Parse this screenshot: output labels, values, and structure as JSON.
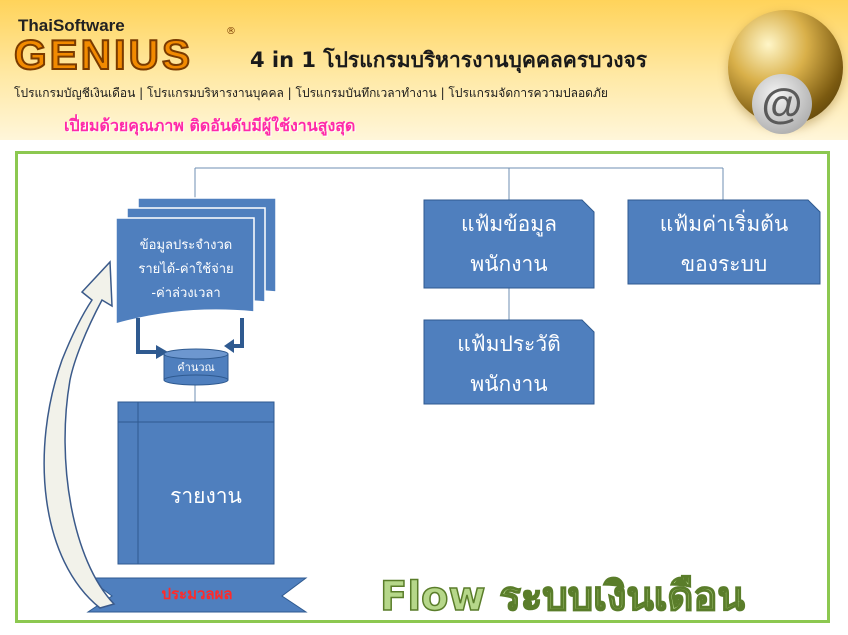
{
  "header": {
    "brand_small": "ThaiSoftware",
    "brand_big": "GENIUS",
    "registered_mark": "®",
    "tagline": "4 in 1 โปรแกรมบริหารงานบุคคลครบวงจร",
    "submenu": "โปรแกรมบัญชีเงินเดือน | โปรแกรมบริหารงานบุคคล | โปรแกรมบันทึกเวลาทำงาน | โปรแกรมจัดการความปลอดภัย",
    "slogan": "เปี่ยมด้วยคุณภาพ ติดอันดับมีผู้ใช้งานสูงสุด",
    "at_symbol": "@"
  },
  "diagram": {
    "period_data": [
      "ข้อมูลประจำงวด",
      "รายได้-ค่าใช้จ่าย",
      "-ค่าล่วงเวลา"
    ],
    "calculate": "คำนวณ",
    "report": "รายงาน",
    "process": "ประมวลผล",
    "employee_file": [
      "แฟ้มข้อมูล",
      "พนักงาน"
    ],
    "initial_file": [
      "แฟ้มค่าเริ่มต้น",
      "ของระบบ"
    ],
    "history_file": [
      "แฟ้มประวัติ",
      "พนักงาน"
    ]
  },
  "footer": {
    "flow_title": "Flow ระบบเงินเดือน"
  }
}
